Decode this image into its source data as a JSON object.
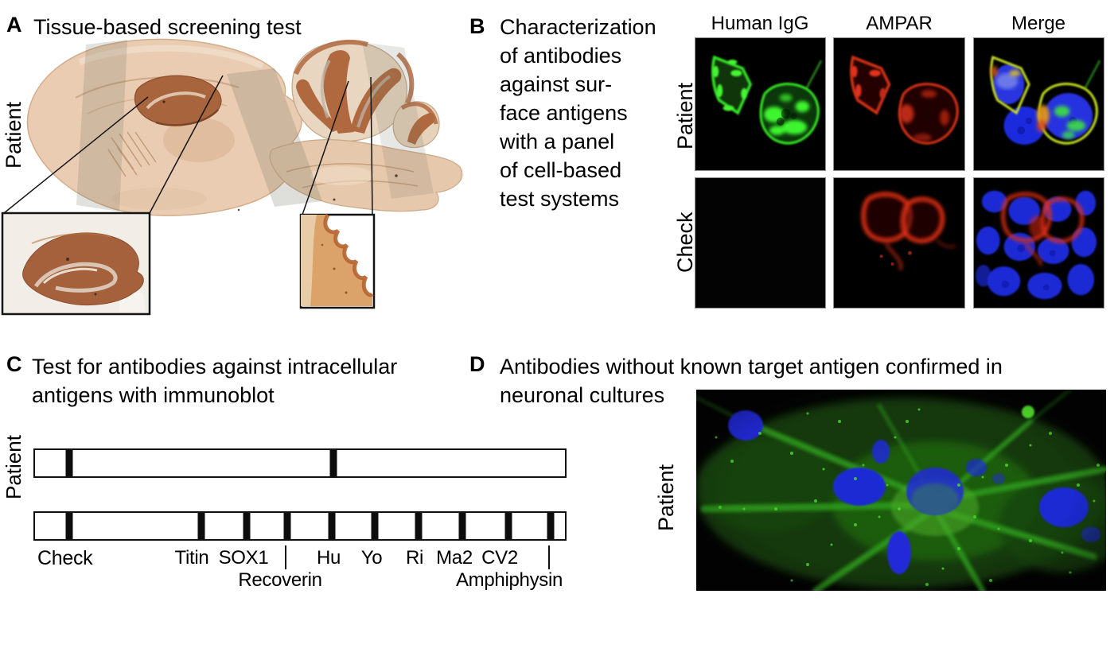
{
  "panel_a": {
    "label": "A",
    "title": "Tissue-based screening test",
    "row_label": "Patient"
  },
  "panel_b": {
    "label": "B",
    "caption_lines": [
      "Characterization",
      "of antibodies",
      "against sur-",
      "face antigens",
      "with a panel",
      "of cell-based",
      "test systems"
    ],
    "column_headers": [
      "Human IgG",
      "AMPAR",
      "Merge"
    ],
    "row_labels": [
      "Patient",
      "Check"
    ]
  },
  "panel_c": {
    "label": "C",
    "caption_lines": [
      "Test for antibodies against intracellular",
      "antigens with immunoblot"
    ],
    "row_label": "Patient",
    "lane_labels": {
      "check": "Check",
      "titin": "Titin",
      "sox1": "SOX1",
      "hu": "Hu",
      "yo": "Yo",
      "ri": "Ri",
      "ma2": "Ma2",
      "cv2": "CV2",
      "recoverin": "Recoverin",
      "amphiphysin": "Amphiphysin"
    },
    "patient_band_positions_pct": [
      6.46,
      56.3
    ],
    "check_band_positions_pct": [
      6.46,
      31.4,
      39.9,
      47.6,
      56.0,
      64.1,
      72.4,
      80.6,
      89.3,
      97.3
    ]
  },
  "panel_d": {
    "label": "D",
    "caption_lines": [
      "Antibodies without known target antigen confirmed in",
      "neuronal cultures"
    ],
    "row_label": "Patient"
  },
  "colors": {
    "ihc_tissue": "#e9ccb2",
    "ihc_stain_brown": "#a8643d",
    "cerebellum_folia": "#b0693f",
    "micrograph_bg": "#000000",
    "igg_green": "#35e327",
    "ampar_red": "#e03018",
    "nuclei_blue": "#2029d8",
    "neuron_green": "#3f9e22",
    "blot_band": "#0d0d0d",
    "text": "#000000"
  }
}
